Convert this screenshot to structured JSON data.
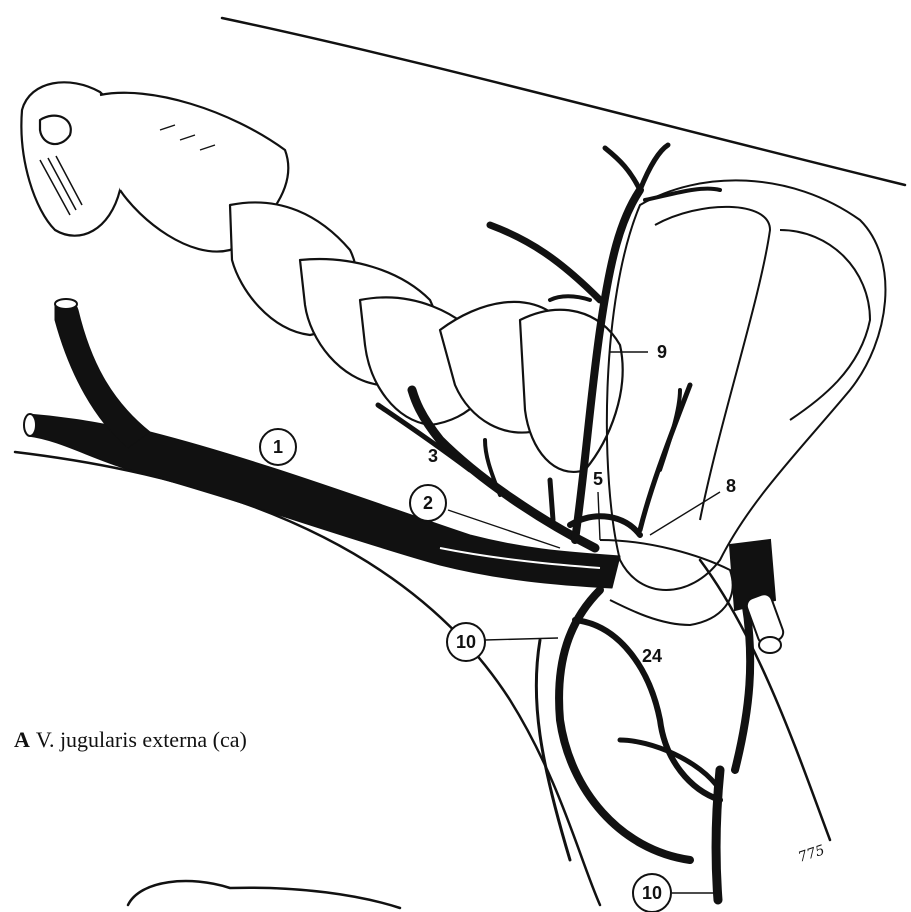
{
  "figure": {
    "panel_letter": "A",
    "caption": "V. jugularis externa (ca)",
    "signature": "775"
  },
  "callouts": [
    {
      "id": "1",
      "label": "1"
    },
    {
      "id": "2",
      "label": "2"
    },
    {
      "id": "3",
      "label": "3"
    },
    {
      "id": "5",
      "label": "5"
    },
    {
      "id": "8",
      "label": "8"
    },
    {
      "id": "9",
      "label": "9"
    },
    {
      "id": "10a",
      "label": "10"
    },
    {
      "id": "24",
      "label": "24"
    },
    {
      "id": "10b",
      "label": "10"
    }
  ]
}
